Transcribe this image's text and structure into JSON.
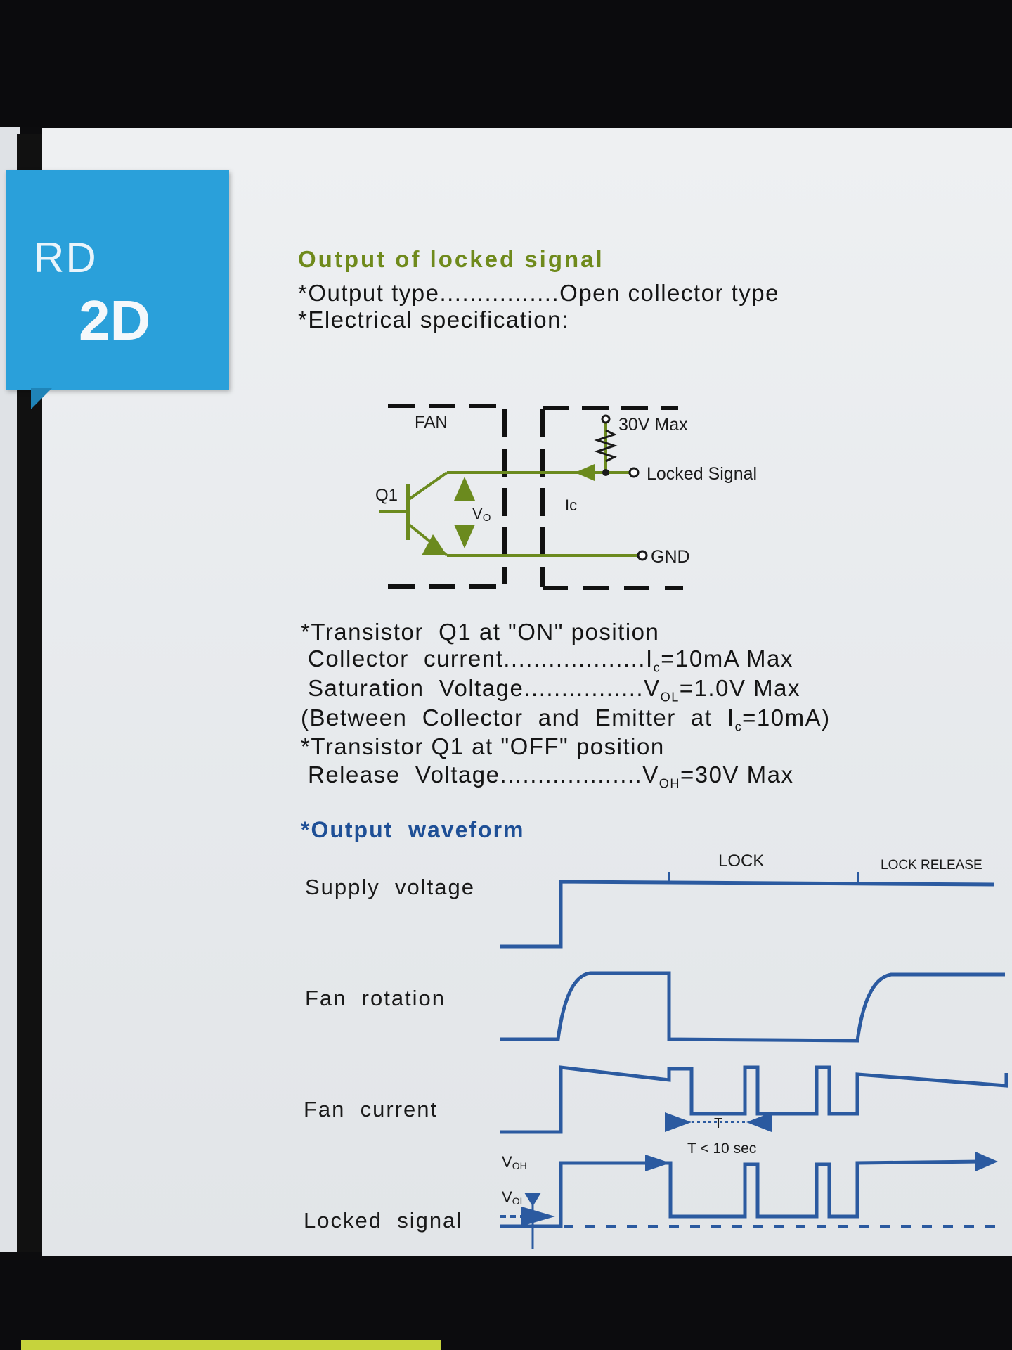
{
  "badge": {
    "line1": "RD",
    "line2": "2D"
  },
  "section1": {
    "heading": "Output of locked signal",
    "output_type_label": "*Output type................",
    "output_type_value": "Open collector type",
    "elec_spec": "*Electrical specification:"
  },
  "circuit": {
    "fan_label": "FAN",
    "q1_label": "Q1",
    "vo_label": "V",
    "vo_sub": "O",
    "ic_label": "Ic",
    "max_label": "30V Max",
    "locked_signal_label": "Locked Signal",
    "gnd_label": "GND",
    "colors": {
      "wire": "#6b8a1e",
      "dash": "#111111"
    }
  },
  "specs": {
    "on_heading": "*Transistor  Q1 at \"ON\" position",
    "collector_label": "Collector  current...................",
    "collector_value_pre": "I",
    "collector_value_sub": "c",
    "collector_value_post": "=10mA Max",
    "sat_label": "Saturation  Voltage................",
    "sat_value_pre": "V",
    "sat_value_sub": "OL",
    "sat_value_post": "=1.0V Max",
    "between_pre": "(Between  Collector  and  Emitter  at  I",
    "between_sub": "c",
    "between_post": "=10mA)",
    "off_heading": "*Transistor Q1 at \"OFF\" position",
    "release_label": "Release  Voltage...................",
    "release_value_pre": "V",
    "release_value_sub": "OH",
    "release_value_post": "=30V Max"
  },
  "waveform": {
    "heading": "*Output  waveform",
    "lock_label": "LOCK",
    "lock_release_label": "LOCK RELEASE",
    "rows": {
      "supply": "Supply  voltage",
      "rotation": "Fan  rotation",
      "current": "Fan  current",
      "locked": "Locked  signal"
    },
    "t_label": "T",
    "t_note": "T < 10 sec",
    "voh_pre": "V",
    "voh_sub": "OH",
    "vol_pre": "V",
    "vol_sub": "OL",
    "colors": {
      "trace": "#2b5aa0"
    }
  }
}
